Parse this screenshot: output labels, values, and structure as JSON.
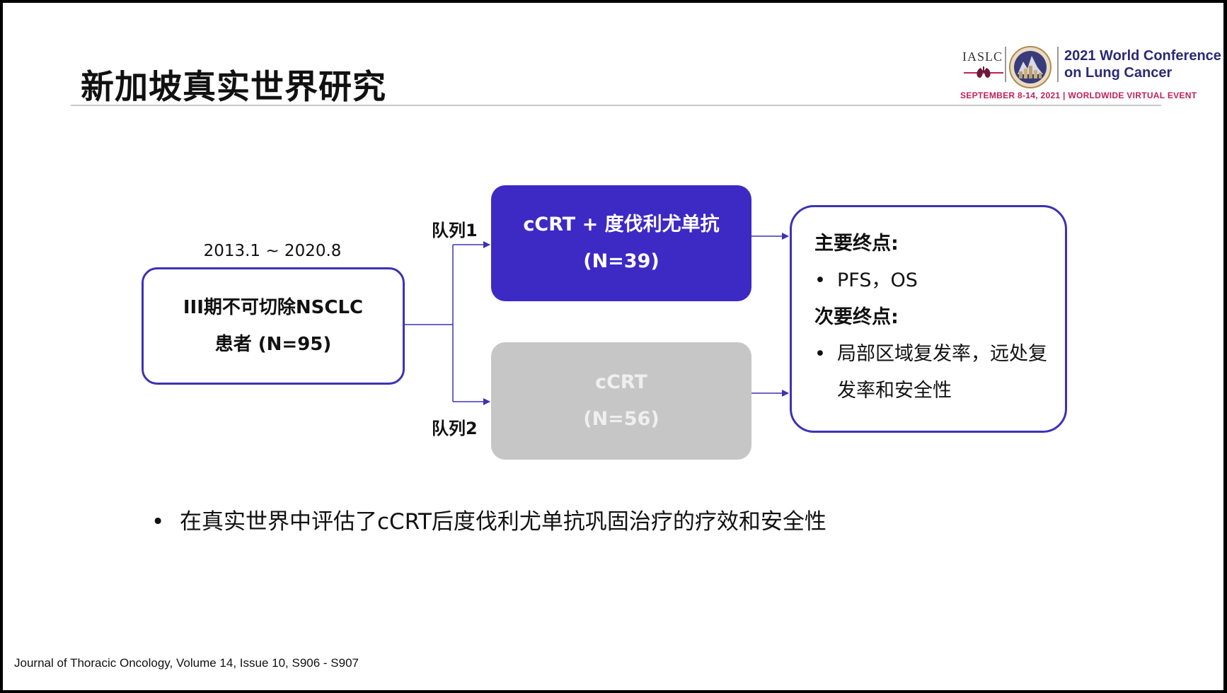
{
  "slide": {
    "title": "新加坡真实世界研究",
    "citation": "Journal of Thoracic Oncology, Volume 14, Issue 10, S906 - S907"
  },
  "logo": {
    "org": "IASLC",
    "conference_line1": "2021 World Conference",
    "conference_line2": "on Lung Cancer",
    "dates": "SEPTEMBER 8-14, 2021 | WORLDWIDE VIRTUAL EVENT"
  },
  "diagram": {
    "period": "2013.1 ~ 2020.8",
    "patients_line1": "III期不可切除NSCLC",
    "patients_line2": "患者 (N=95)",
    "cohort1_label": "队列1",
    "cohort1_treatment": "cCRT + 度伐利尤单抗",
    "cohort1_n": "(N=39)",
    "cohort2_label": "队列2",
    "cohort2_treatment": "cCRT",
    "cohort2_n": "(N=56)",
    "primary_heading": "主要终点:",
    "primary_item": "PFS，OS",
    "secondary_heading": "次要终点:",
    "secondary_item": "局部区域复发率，远处复发率和安全性"
  },
  "bullet": {
    "marker": "•",
    "text": "在真实世界中评估了cCRT后度伐利尤单抗巩固治疗的疗效和安全性"
  },
  "colors": {
    "accent": "#3d2ac4",
    "border": "#3d32b4",
    "muted_box": "#c6c6c6",
    "logo_text": "#2b2a74",
    "logo_dates": "#c2205a"
  }
}
